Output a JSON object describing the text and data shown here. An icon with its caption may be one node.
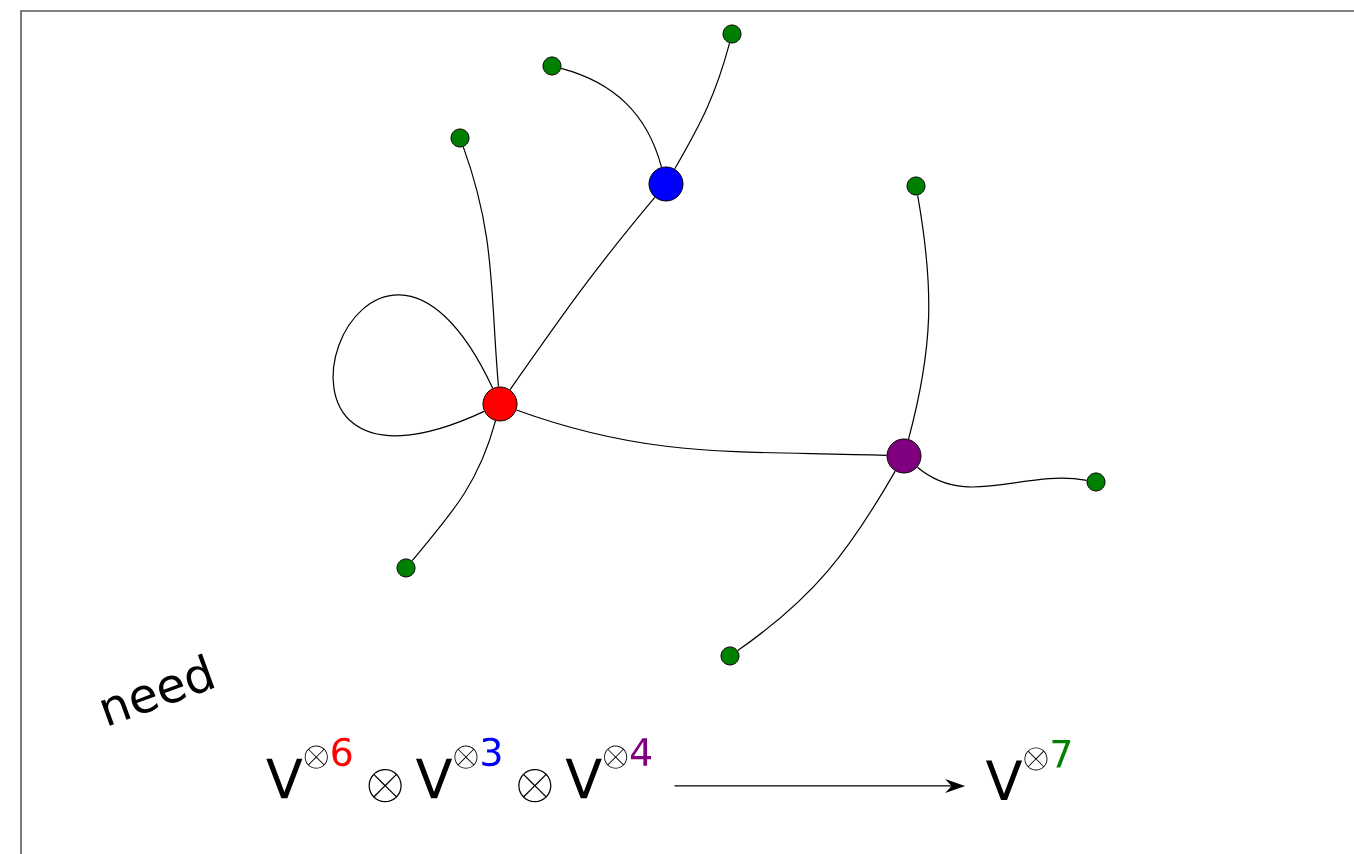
{
  "diagram": {
    "nodes": [
      {
        "text": [],
        "shape": "circle"
      },
      {
        "text": [],
        "shape": "circle"
      },
      {
        "text": [],
        "shape": "circle"
      },
      {
        "text": [],
        "shape": "circle"
      },
      {
        "text": [],
        "shape": "circle"
      },
      {
        "text": [],
        "shape": "circle"
      },
      {
        "text": [],
        "shape": "circle"
      },
      {
        "text": [],
        "shape": "circle"
      },
      {
        "text": [],
        "shape": "circle"
      },
      {
        "text": [],
        "shape": "circle"
      },
      {
        "text": [
          "\\mathsf{V}^{\\otimes\\textcolor[HTML]{FF0000}{\\mathsf{6}}}\\otimes\\mathsf{V}^{\\otimes\\textcolor[HTML]{0000FF}{\\mathsf{3}}}\\otimes\\mathsf{V}^{\\otimes\\textcolor[HTML]{800080}{\\mathsf{4}}}"
        ]
      },
      {
        "text": [
          "\\mathsf{V}^{\\otimes\\textcolor[HTML]{008000}{\\mathsf{7}}}"
        ]
      }
    ],
    "edges": [
      {
        "from": 3,
        "to": 0,
        "arrow": "none"
      },
      {
        "from": 3,
        "to": 1,
        "arrow": "none"
      },
      {
        "from": 5,
        "to": 2,
        "arrow": "none"
      },
      {
        "from": 5,
        "to": 3,
        "arrow": "none"
      },
      {
        "from": 5,
        "to": 5,
        "arrow": "none"
      },
      {
        "from": 5,
        "to": 6,
        "arrow": "none"
      },
      {
        "from": 5,
        "to": 8,
        "arrow": "none"
      },
      {
        "from": 6,
        "to": 4,
        "arrow": "none"
      },
      {
        "from": 6,
        "to": 7,
        "arrow": "none"
      },
      {
        "from": 6,
        "to": 9,
        "arrow": "none"
      },
      {
        "from": 10,
        "to": 11,
        "arrow": "to"
      }
    ],
    "labels": [
      "need"
    ]
  }
}
